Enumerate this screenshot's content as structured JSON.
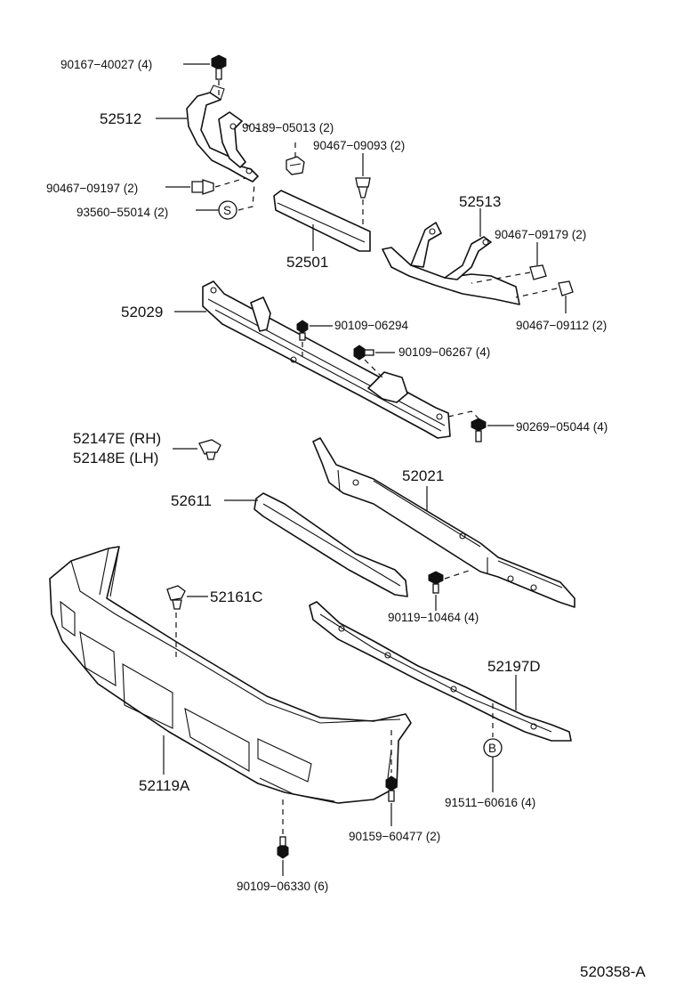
{
  "diagram_id": "520358-A",
  "labels": {
    "p90167_40027": "90167−40027 (4)",
    "p52512": "52512",
    "p90189_05013": "90189−05013 (2)",
    "p90467_09093": "90467−09093 (2)",
    "p90467_09197": "90467−09197 (2)",
    "p93560_55014": "93560−55014 (2)",
    "s_marker": "S",
    "p52501": "52501",
    "p52513": "52513",
    "p90467_09179": "90467−09179 (2)",
    "p90467_09112": "90467−09112 (2)",
    "p52029": "52029",
    "p90109_06294": "90109−06294",
    "p90109_06267": "90109−06267 (4)",
    "p90269_05044": "90269−05044 (4)",
    "p52147E": "52147E (RH)",
    "p52148E": "52148E (LH)",
    "p52021": "52021",
    "p52611": "52611",
    "p52161C": "52161C",
    "p90119_10464": "90119−10464 (4)",
    "p52197D": "52197D",
    "b_marker": "B",
    "p91511_60616": "91511−60616 (4)",
    "p52119A": "52119A",
    "p90159_60477": "90159−60477 (2)",
    "p90109_06330": "90109−06330 (6)"
  }
}
